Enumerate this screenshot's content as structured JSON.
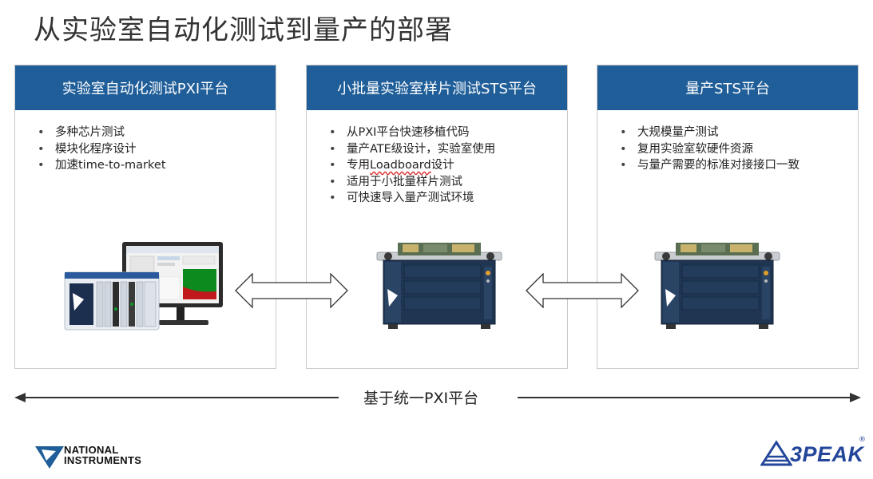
{
  "title": "从实验室自动化测试到量产的部署",
  "columns": [
    {
      "header": "实验室自动化测试PXI平台",
      "items": [
        "多种芯片测试",
        "模块化程序设计",
        "加速time-to-market"
      ]
    },
    {
      "header": "小批量实验室样片测试STS平台",
      "items": [
        "从PXI平台快速移植代码",
        "量产ATE级设计，实验室使用",
        "专用Loadboard设计",
        "适用于小批量样片测试",
        "可快速导入量产测试环境"
      ],
      "item3_prefix": "专用",
      "item3_wavy": "Loadboard",
      "item3_suffix": "设计"
    },
    {
      "header": "量产STS平台",
      "items": [
        "大规模量产测试",
        "复用实验室软硬件资源",
        "与量产需要的标准对接接口一致"
      ]
    }
  ],
  "bottom_label": "基于统一PXI平台",
  "logos": {
    "ni_line1": "NATIONAL",
    "ni_line2": "INSTRUMENTS",
    "threepeak": "3PEAK",
    "registered": "®"
  },
  "colors": {
    "header_bg": "#1f5e99",
    "brand_3peak": "#23469a"
  },
  "icons": [
    "pxi-workstation-image",
    "sts-tester-image",
    "double-arrow-icon",
    "ni-eagle-logo",
    "3peak-mountain-logo"
  ]
}
